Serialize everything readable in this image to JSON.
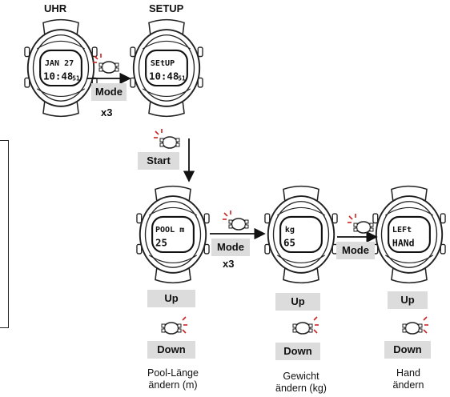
{
  "headers": {
    "uhr": "UHR",
    "setup": "SETUP"
  },
  "watches": {
    "uhr": {
      "line1": "JAN 27",
      "line2": "10:48",
      "line2_small": "51"
    },
    "setup": {
      "line1": "SEtUP",
      "line2": "10:48",
      "line2_small": "51"
    },
    "pool": {
      "line1": "POOL m",
      "line2": "25"
    },
    "weight": {
      "line1": "kg",
      "line2": "65"
    },
    "hand": {
      "line1": "LEFt",
      "line2": "HANd"
    }
  },
  "buttons": {
    "mode_1": "Mode",
    "start": "Start",
    "mode_2": "Mode",
    "mode_3": "Mode",
    "up_pool": "Up",
    "down_pool": "Down",
    "up_weight": "Up",
    "down_weight": "Down",
    "up_hand": "Up",
    "down_hand": "Down"
  },
  "repeat": {
    "mode_1": "x3",
    "mode_2": "x3"
  },
  "captions": {
    "pool": {
      "line1": "Pool-Länge",
      "line2": "ändern (m)"
    },
    "weight": {
      "line1": "Gewicht",
      "line2": "ändern (kg)"
    },
    "hand": {
      "line1": "Hand",
      "line2": "ändern"
    }
  },
  "colors": {
    "press_indicator": "#cc2222",
    "button_bg": "#dcdcdc"
  }
}
